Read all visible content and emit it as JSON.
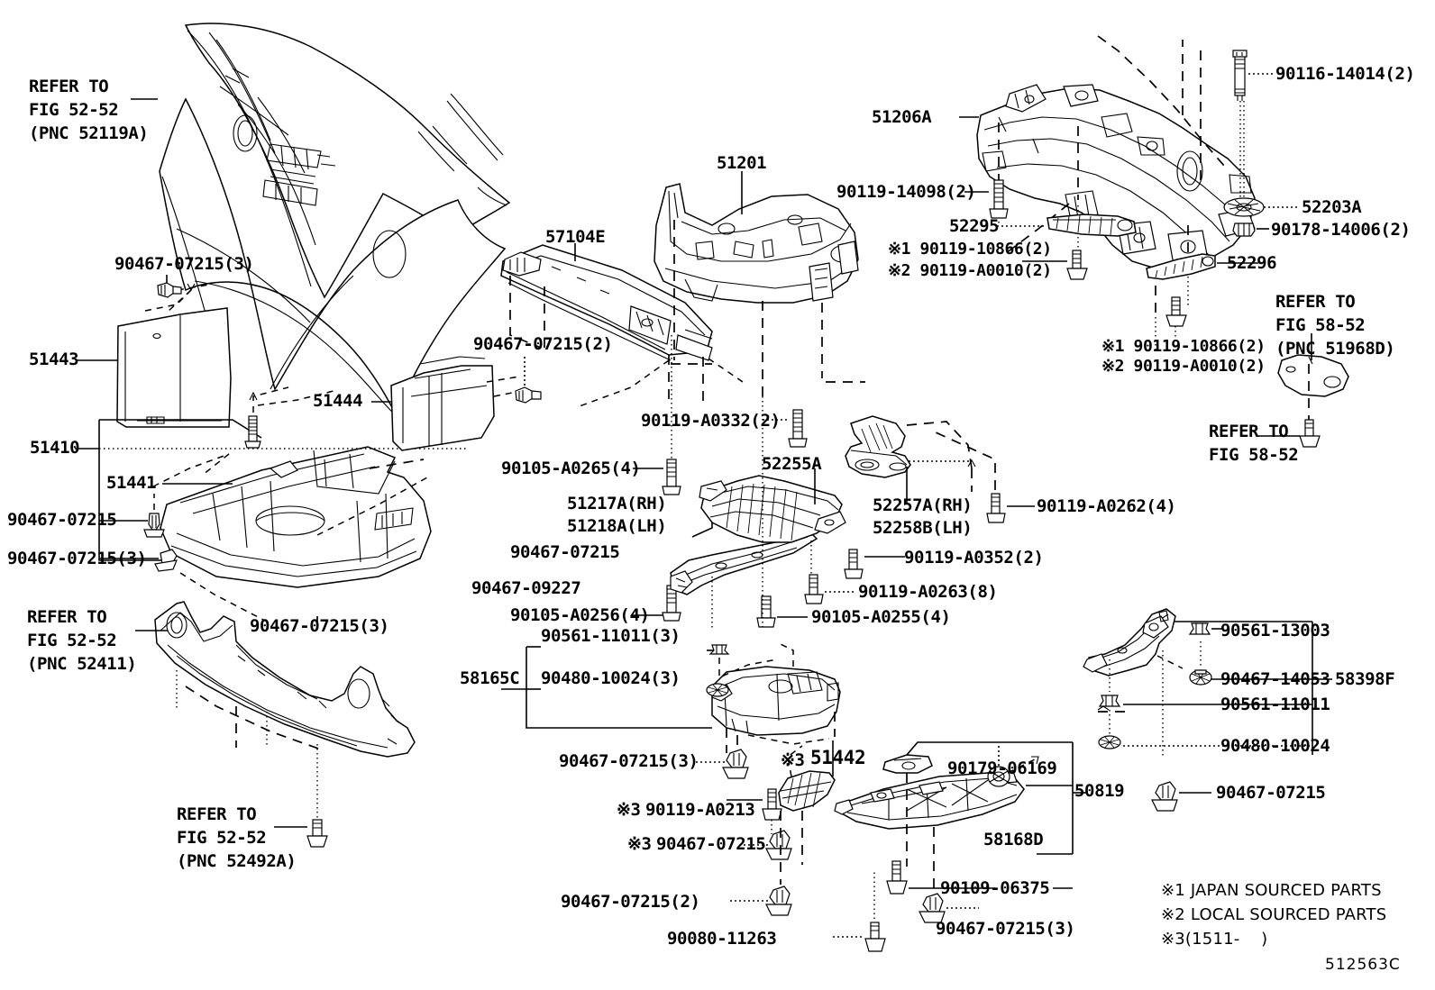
{
  "diagram": {
    "drawing_number": "512563C",
    "title": "512563C"
  },
  "labels": {
    "refer_52119a": "REFER TO\nFIG 52-52\n(PNC 52119A)",
    "clip_90467_07215_3_a": "90467-07215(3)",
    "p_51443": "51443",
    "p_51410": "51410",
    "p_51441": "51441",
    "clip_90467_07215_a": "90467-07215",
    "clip_90467_07215_3_b": "90467-07215(3)",
    "p_51444": "51444",
    "refer_52411": "REFER TO\nFIG 52-52\n(PNC 52411)",
    "clip_90467_07215_3_c": "90467-07215(3)",
    "refer_52492a": "REFER TO\nFIG 52-52\n(PNC 52492A)",
    "p_57104e": "57104E",
    "p_51201": "51201",
    "clip_90467_07215_2_a": "90467-07215(2)",
    "bolt_90119_a0332_2": "90119-A0332(2)",
    "bolt_90105_a0265_4": "90105-A0265(4)",
    "p_51217a_rh": "51217A(RH)",
    "p_51218a_lh": "51218A(LH)",
    "clip_90467_07215_b": "90467-07215",
    "clip_90467_09227": "90467-09227",
    "bolt_90105_a0256_4": "90105-A0256(4)",
    "p_52255a": "52255A",
    "p_52257a_rh": "52257A(RH)",
    "p_52258b_lh": "52258B(LH)",
    "bolt_90119_a0352_2": "90119-A0352(2)",
    "bolt_90119_a0263_8": "90119-A0263(8)",
    "bolt_90105_a0255_4": "90105-A0255(4)",
    "bolt_90119_a0262_4": "90119-A0262(4)",
    "p_58165c": "58165C",
    "nut_90561_11011_3": "90561-11011(3)",
    "washer_90480_10024_3": "90480-10024(3)",
    "clip_90467_07215_3_d": "90467-07215(3)",
    "p_51442": "51442",
    "p_51442_mark": "※3",
    "clip_90467_07215_3_e": "90467-07215(3)",
    "bolt_90119_a0213": "90119-A0213",
    "bolt_90119_a0213_mark": "※3",
    "clip_90467_07215_c": "90467-07215",
    "clip_90467_07215_c_mark": "※3",
    "clip_90467_07215_2_b": "90467-07215(2)",
    "bolt_90080_11263": "90080-11263",
    "p_90179_06169": "90179-06169",
    "p_58168d": "58168D",
    "bolt_90109_06375": "90109-06375",
    "clip_90467_07215_3_f": "90467-07215(3)",
    "p_50819": "50819",
    "p_51206a": "51206A",
    "bolt_90119_14098_2": "90119-14098(2)",
    "p_52295": "52295",
    "alt_top_1": "※1 90119-10866(2)",
    "alt_top_2": "※2 90119-A0010(2)",
    "alt_mid_1": "※1 90119-10866(2)",
    "alt_mid_2": "※2 90119-A0010(2)",
    "bolt_90116_14014_2": "90116-14014(2)",
    "p_52203a": "52203A",
    "nut_90178_14006_2": "90178-14006(2)",
    "p_52296": "52296",
    "refer_51968d": "REFER TO\nFIG 58-52\n(PNC 51968D)",
    "refer_5852": "REFER TO\nFIG 58-52",
    "nut_90561_13003": "90561-13003",
    "clip_90467_14053": "90467-14053",
    "p_58398f": "58398F",
    "nut_90561_11011": "90561-11011",
    "washer_90480_10024": "90480-10024",
    "clip_90467_07215_d": "90467-07215"
  },
  "footnotes": {
    "note1": "※1 JAPAN SOURCED PARTS",
    "note2": "※2 LOCAL SOURCED PARTS",
    "note3": "※3(1511-    )"
  },
  "colors": {
    "ink": "#000000",
    "paper": "#ffffff"
  }
}
